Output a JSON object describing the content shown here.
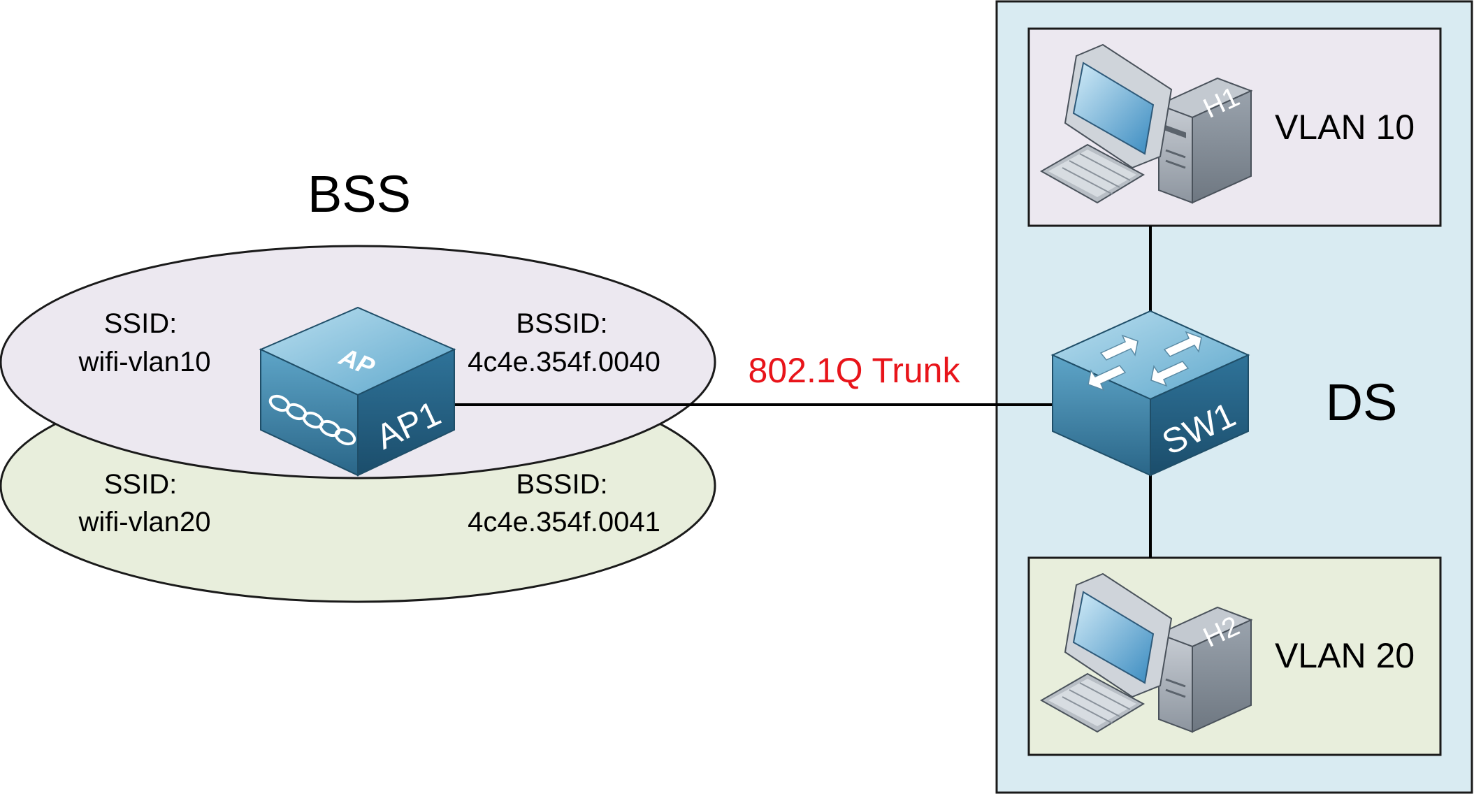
{
  "bss": {
    "title": "BSS",
    "vlan10": {
      "ssid_label": "SSID:",
      "ssid": "wifi-vlan10",
      "bssid_label": "BSSID:",
      "bssid": "4c4e.354f.0040"
    },
    "vlan20": {
      "ssid_label": "SSID:",
      "ssid": "wifi-vlan20",
      "bssid_label": "BSSID:",
      "bssid": "4c4e.354f.0041"
    }
  },
  "ap": {
    "top_label": "AP",
    "name": "AP1"
  },
  "link": {
    "label": "802.1Q Trunk"
  },
  "ds": {
    "title": "DS",
    "switch": {
      "name": "SW1"
    },
    "hosts": [
      {
        "name": "H1",
        "vlan": "VLAN 10"
      },
      {
        "name": "H2",
        "vlan": "VLAN 20"
      }
    ]
  },
  "colors": {
    "vlan10_fill": "#ece8f0",
    "vlan20_fill": "#e8eedc",
    "ds_fill": "#d9ebf2",
    "trunk_text": "#e8141a",
    "device_blue": "#3d7fa3"
  }
}
